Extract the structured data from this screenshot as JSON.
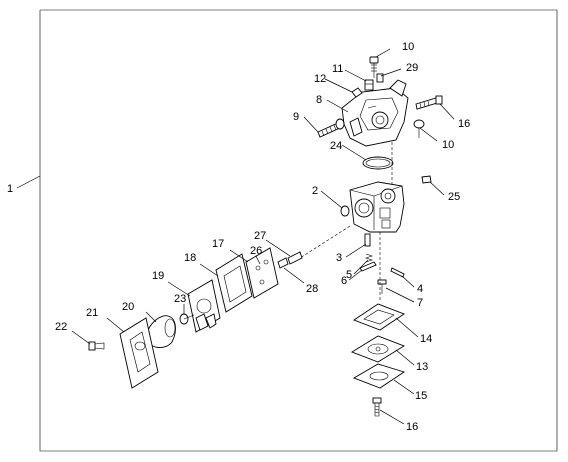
{
  "labels": {
    "l1": "1",
    "l2": "2",
    "l3": "3",
    "l4": "4",
    "l5": "5",
    "l6": "6",
    "l7": "7",
    "l8": "8",
    "l9": "9",
    "l10a": "10",
    "l10b": "10",
    "l11": "11",
    "l12": "12",
    "l13": "13",
    "l14": "14",
    "l15": "15",
    "l16a": "16",
    "l16b": "16",
    "l17": "17",
    "l18": "18",
    "l19": "19",
    "l20": "20",
    "l21": "21",
    "l22": "22",
    "l23": "23",
    "l24": "24",
    "l25": "25",
    "l26": "26",
    "l27": "27",
    "l28": "28",
    "l29": "29"
  }
}
